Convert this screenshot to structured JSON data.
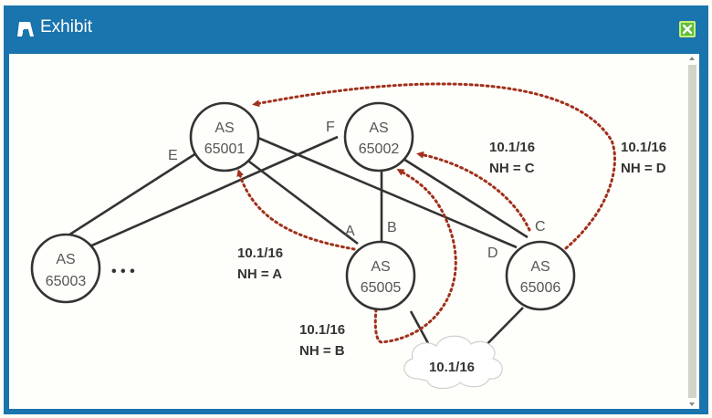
{
  "window": {
    "title": "Exhibit",
    "title_icon": "exhibit-icon",
    "close_icon": "close-icon"
  },
  "diagram": {
    "nodes": [
      {
        "id": "as65001",
        "line1": "AS",
        "line2": "65001"
      },
      {
        "id": "as65002",
        "line1": "AS",
        "line2": "65002"
      },
      {
        "id": "as65003",
        "line1": "AS",
        "line2": "65003"
      },
      {
        "id": "as65005",
        "line1": "AS",
        "line2": "65005"
      },
      {
        "id": "as65006",
        "line1": "AS",
        "line2": "65006"
      }
    ],
    "interface_labels": {
      "A": "A",
      "B": "B",
      "C": "C",
      "D": "D",
      "E": "E",
      "F": "F"
    },
    "ellipsis": "• • •",
    "cloud_label": "10.1/16",
    "route_labels": [
      {
        "prefix": "10.1/16",
        "nexthop": "NH = A"
      },
      {
        "prefix": "10.1/16",
        "nexthop": "NH = B"
      },
      {
        "prefix": "10.1/16",
        "nexthop": "NH = C"
      },
      {
        "prefix": "10.1/16",
        "nexthop": "NH = D"
      }
    ],
    "colors": {
      "link": "#333333",
      "advert": "#a0301c",
      "node_text": "#555555"
    }
  }
}
